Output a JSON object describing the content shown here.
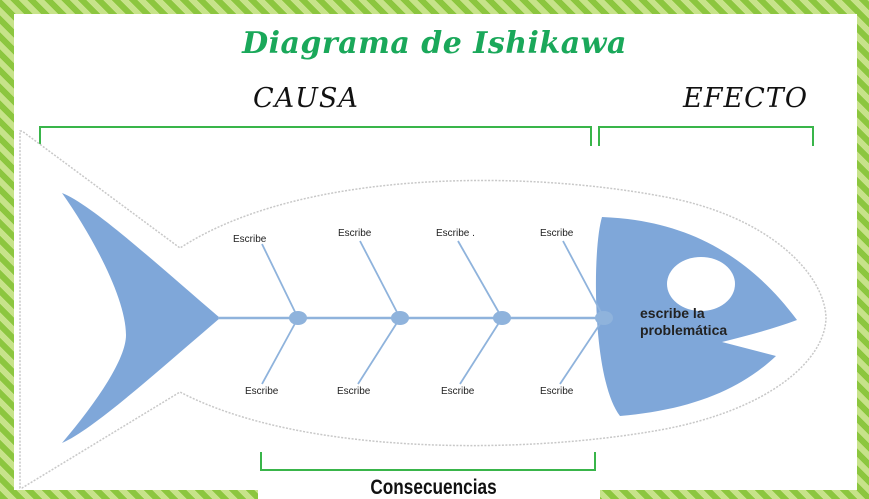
{
  "diagram": {
    "title": "Diagrama de Ishikawa",
    "cause_label": "CAUSA",
    "effect_label": "EFECTO",
    "top_bones": [
      "Escribe",
      "Escribe",
      "Escribe .",
      "Escribe"
    ],
    "bottom_bones": [
      "Escribe",
      "Escribe",
      "Escribe",
      "Escribe"
    ],
    "problem_line1": "escribe la",
    "problem_line2": "problemática",
    "consequences_label": "Consecuencias"
  },
  "colors": {
    "frame_green": "#8cc63f",
    "title_green": "#1aa85a",
    "bracket_green": "#39b54a",
    "fish_blue": "#7fa7d9",
    "bone_blue": "#8fb3dc",
    "outline_gray": "#c8c8c8"
  }
}
